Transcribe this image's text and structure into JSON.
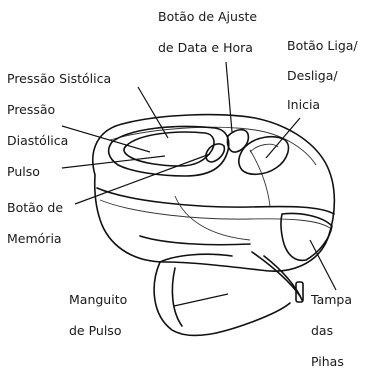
{
  "diagram": {
    "labels": {
      "date_time_button": [
        "Botão de Ajuste",
        "de Data e Hora"
      ],
      "power_button": [
        "Botão Liga/",
        "Desliga/",
        "Inicia"
      ],
      "systolic": [
        "Pressão Sistólica"
      ],
      "diastolic": [
        "Pressão",
        "Diastólica"
      ],
      "pulse": [
        "Pulso"
      ],
      "memory_button": [
        "Botão de",
        "Memória"
      ],
      "wrist_cuff": [
        "Manguito",
        "de Pulso"
      ],
      "battery_cover": [
        "Tampa",
        "das",
        "Pihas"
      ]
    }
  }
}
